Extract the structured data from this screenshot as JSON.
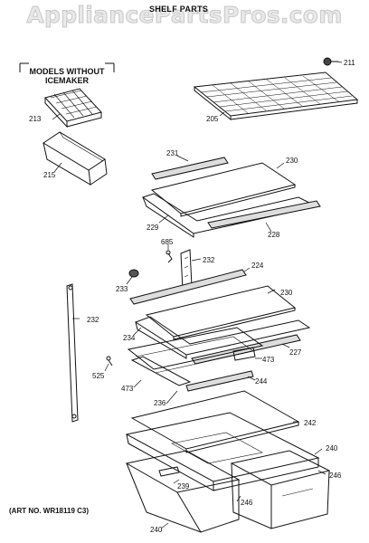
{
  "watermark": "AppliancePartsPros.com",
  "title": "SHELF PARTS",
  "models_note_line1": "MODELS WITHOUT",
  "models_note_line2": "ICEMAKER",
  "art_no": "(ART NO. WR18119 C3)",
  "labels": {
    "p211": "211",
    "p205": "205",
    "p213": "213",
    "p215": "215",
    "p231": "231",
    "p230a": "230",
    "p229": "229",
    "p228": "228",
    "p685": "685",
    "p232a": "232",
    "p224": "224",
    "p233": "233",
    "p230b": "230",
    "p232b": "232",
    "p234": "234",
    "p227": "227",
    "p473a": "473",
    "p525": "525",
    "p244": "244",
    "p473b": "473",
    "p236": "236",
    "p242": "242",
    "p240a": "240",
    "p246a": "246",
    "p239": "239",
    "p246b": "246",
    "p240b": "240"
  }
}
